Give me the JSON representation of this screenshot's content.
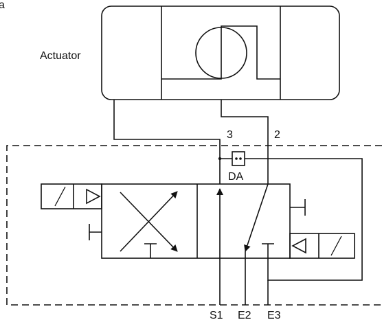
{
  "figure_letter": "a",
  "actuator_label": "Actuator",
  "port_labels": {
    "p3": "3",
    "p2": "2"
  },
  "da_label": "DA",
  "bottom_labels": {
    "s1": "S1",
    "e2": "E2",
    "e3": "E3"
  },
  "colors": {
    "line": "#111111",
    "background": "#ffffff"
  }
}
